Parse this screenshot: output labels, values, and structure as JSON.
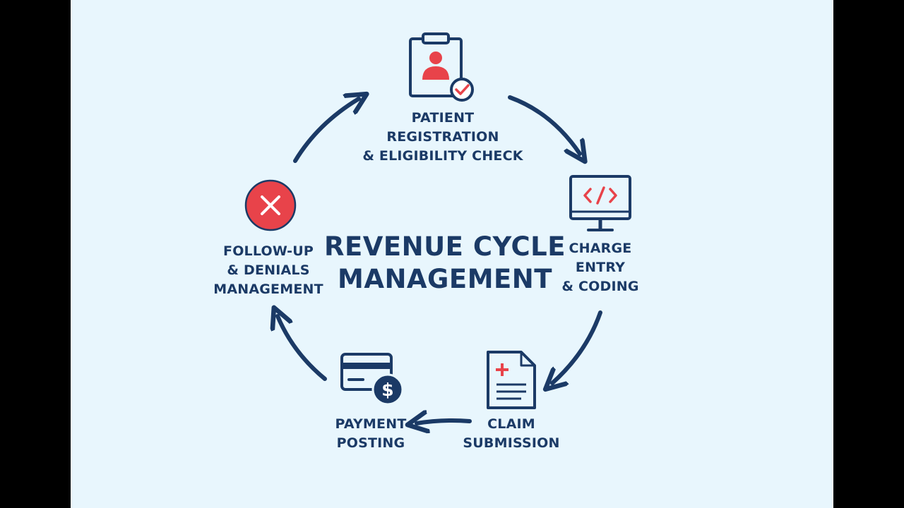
{
  "title": {
    "line1": "REVENUE CYCLE",
    "line2": "MANAGEMENT"
  },
  "steps": [
    {
      "icon": "clipboard-patient-check-icon",
      "lines": [
        "PATIENT",
        "REGISTRATION",
        "& ELIGIBILITY CHECK"
      ]
    },
    {
      "icon": "monitor-code-icon",
      "lines": [
        "CHARGE",
        "ENTRY",
        "& CODING"
      ]
    },
    {
      "icon": "medical-document-icon",
      "lines": [
        "CLAIM",
        "SUBMISSION"
      ]
    },
    {
      "icon": "credit-card-dollar-icon",
      "lines": [
        "PAYMENT",
        "POSTING"
      ]
    },
    {
      "icon": "denied-x-icon",
      "lines": [
        "FOLLOW-UP",
        "& DENIALS",
        "MANAGEMENT"
      ]
    }
  ],
  "colors": {
    "background": "#e8f6fd",
    "navy": "#1b3a66",
    "red": "#e8434a",
    "letterbox": "#000000"
  }
}
